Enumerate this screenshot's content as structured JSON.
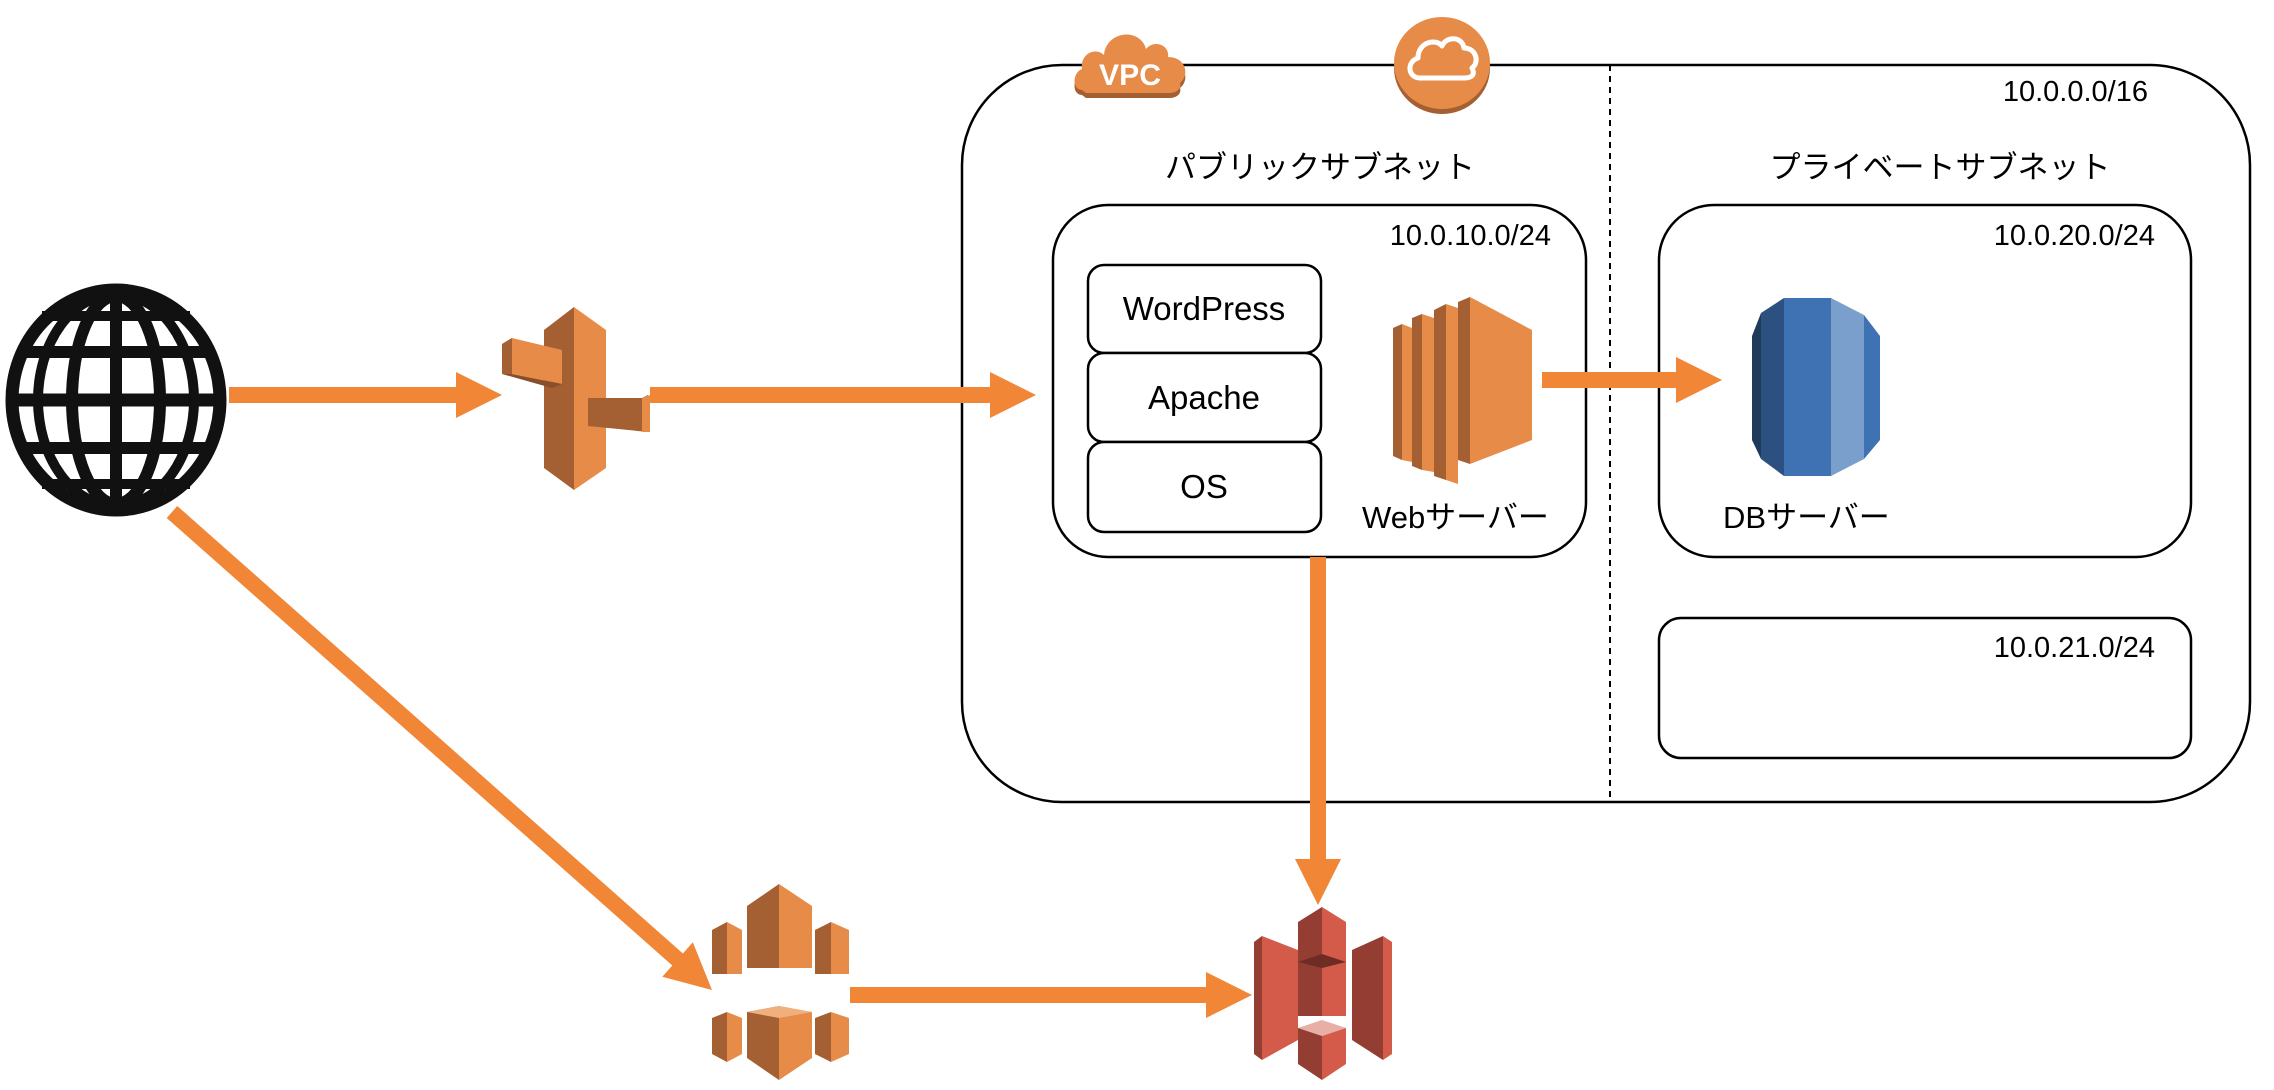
{
  "colors": {
    "arrow": "#F08636",
    "aws_orange": "#E78B48",
    "aws_orange_dark": "#A45F32",
    "rds_blue": "#3F72B2",
    "rds_blue_dark": "#2C5180",
    "rds_blue_darker": "#223A5A",
    "rds_blue_light": "#7A9FCC",
    "s3_red": "#D45B4A",
    "s3_red_dark": "#933D33",
    "line": "#000000"
  },
  "vpc": {
    "badge": "VPC",
    "cidr": "10.0.0.0/16"
  },
  "public_subnet": {
    "title": "パブリックサブネット",
    "cidr": "10.0.10.0/24",
    "stack": [
      "WordPress",
      "Apache",
      "OS"
    ],
    "server_label": "Webサーバー"
  },
  "private_subnet": {
    "title": "プライベートサブネット",
    "db_subnet": {
      "cidr": "10.0.20.0/24",
      "server_label": "DBサーバー"
    },
    "spare_subnet": {
      "cidr": "10.0.21.0/24"
    }
  },
  "icons": {
    "internet": "globe-icon",
    "gateway": "internet-gateway-icon",
    "web_server": "ec2-instance-icon",
    "database": "rds-icon",
    "storage": "s3-bucket-icon",
    "cdn": "cloudfront-icon",
    "vpc": "vpc-cloud-icon",
    "region": "aws-cloud-icon"
  }
}
